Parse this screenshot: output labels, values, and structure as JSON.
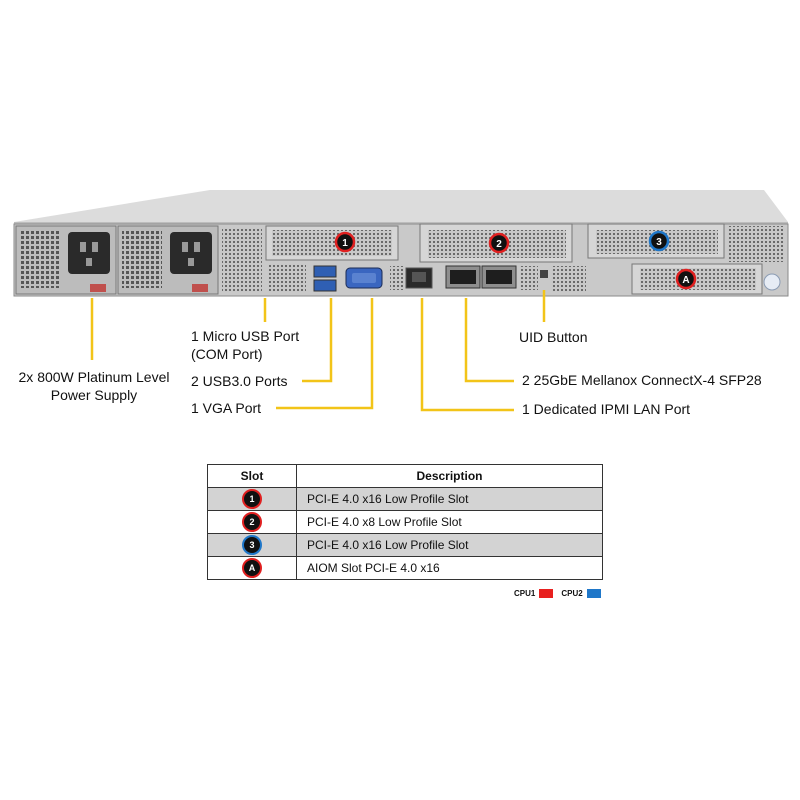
{
  "callouts": {
    "power_supply_line1": "2x 800W Platinum  Level",
    "power_supply_line2": "Power Supply",
    "micro_usb_line1": "1 Micro USB Port",
    "micro_usb_line2": "(COM Port)",
    "usb3": "2 USB3.0 Ports",
    "vga": "1 VGA Port",
    "uid": "UID  Button",
    "sfp28": "2 25GbE Mellanox  ConnectX-4  SFP28",
    "ipmi": "1 Dedicated IPMI  LAN Port"
  },
  "chassis_slot_badges": [
    "1",
    "2",
    "3",
    "A"
  ],
  "slot_table": {
    "header_slot": "Slot",
    "header_description": "Description",
    "rows": [
      {
        "slot": "1",
        "description": "PCI-E  4.0 x16 Low Profile Slot",
        "cpu": "CPU1"
      },
      {
        "slot": "2",
        "description": "PCI-E  4.0 x8 Low Profile Slot",
        "cpu": "CPU1"
      },
      {
        "slot": "3",
        "description": "PCI-E  4.0 x16 Low Profile Slot",
        "cpu": "CPU2"
      },
      {
        "slot": "A",
        "description": "AIOM Slot PCI-E  4.0 x16",
        "cpu": "CPU1"
      }
    ]
  },
  "legend": {
    "cpu1_label": "CPU1",
    "cpu1_color": "#e8201f",
    "cpu2_label": "CPU2",
    "cpu2_color": "#1f77c9"
  },
  "colors": {
    "callout_line": "#f2c418",
    "chassis": "#cfcfcf",
    "row_shade": "#d3d3d3"
  }
}
